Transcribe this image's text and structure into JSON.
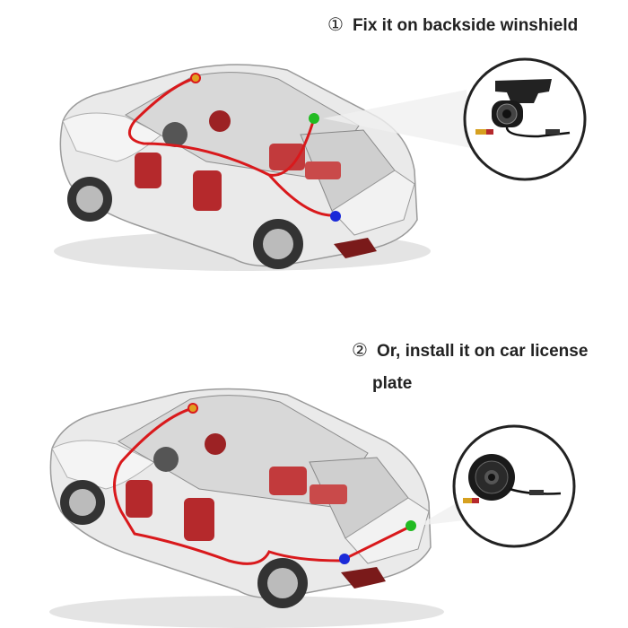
{
  "captions": {
    "step1_number": "①",
    "step1_text": "Fix it on backside winshield",
    "step2_number": "②",
    "step2_text_line1": "Or, install it on car license",
    "step2_text_line2": "plate"
  },
  "colors": {
    "cable": "#d9191c",
    "marker_start": "#e0a020",
    "marker_camera": "#22bb22",
    "marker_rear": "#1a2ad8",
    "car_body": "#e8e8e8",
    "interior": "#b5292c"
  },
  "icons": [
    "backup-camera-bracket-icon",
    "backup-camera-round-icon"
  ]
}
